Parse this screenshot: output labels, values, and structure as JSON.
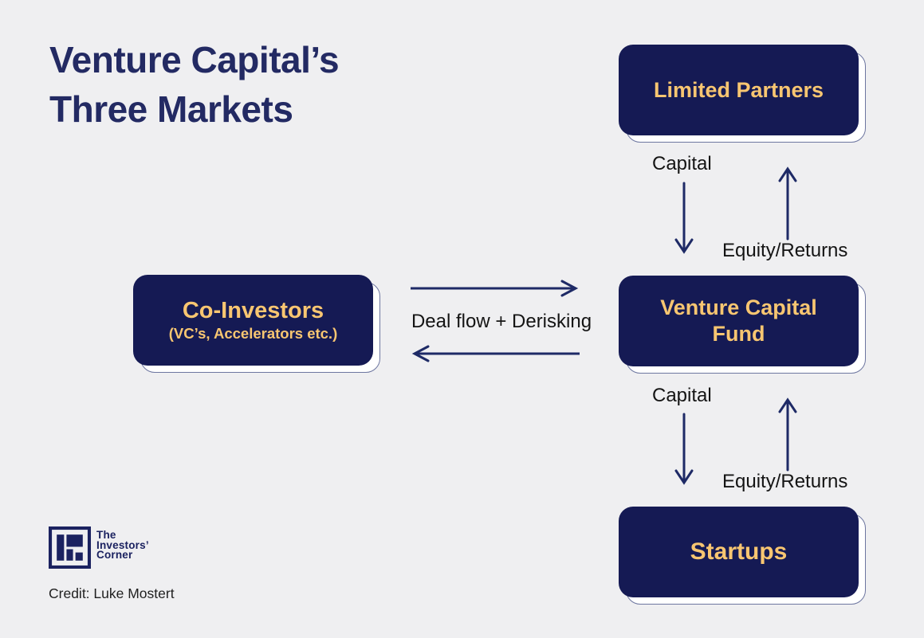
{
  "title": {
    "line1": "Venture Capital’s",
    "line2": "Three Markets"
  },
  "nodes": {
    "limited_partners": {
      "label": "Limited Partners"
    },
    "vc_fund": {
      "line1": "Venture Capital",
      "line2": "Fund"
    },
    "co_investors": {
      "label": "Co-Investors",
      "sublabel": "(VC’s, Accelerators etc.)"
    },
    "startups": {
      "label": "Startups"
    }
  },
  "edges": {
    "lp_to_fund": {
      "down_label": "Capital",
      "up_label": "Equity/Returns"
    },
    "fund_to_startups": {
      "down_label": "Capital",
      "up_label": "Equity/Returns"
    },
    "fund_to_coinvestors": {
      "label": "Deal flow + Derisking"
    }
  },
  "logo": {
    "name_line1": "The",
    "name_line2": "Investors’",
    "name_line3": "Corner"
  },
  "credit": {
    "text": "Credit: Luke Mostert"
  },
  "colors": {
    "background": "#efeff1",
    "box_fill": "#151a54",
    "box_text_gold": "#f8c671",
    "shadow_border": "#6d76a0",
    "arrow_navy": "#1e2a66",
    "title_navy": "#232a63",
    "label_black": "#141414",
    "logo_navy": "#1b2260"
  }
}
